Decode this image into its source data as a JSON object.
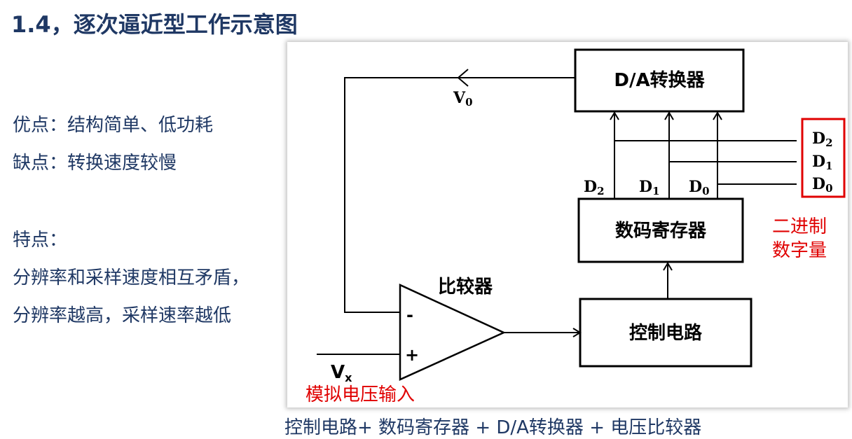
{
  "title": "1.4，逐次逼近型工作示意图",
  "left": {
    "pros": "优点：结构简单、低功耗",
    "cons": "缺点：转换速度较慢",
    "features_label": "特点：",
    "feature_line1": "分辨率和采样速度相互矛盾，",
    "feature_line2": "分辨率越高，采样速率越低"
  },
  "diagram": {
    "dac_label": "D/A转换器",
    "register_label": "数码寄存器",
    "control_label": "控制电路",
    "comparator_label": "比较器",
    "minus_sign": "-",
    "plus_sign": "+",
    "v0_main": "V",
    "v0_sub": "0",
    "vx_main": "V",
    "vx_sub": "x",
    "bits": [
      {
        "main": "D",
        "sub": "2"
      },
      {
        "main": "D",
        "sub": "1"
      },
      {
        "main": "D",
        "sub": "0"
      }
    ],
    "output_bits": [
      {
        "main": "D",
        "sub": "2"
      },
      {
        "main": "D",
        "sub": "1"
      },
      {
        "main": "D",
        "sub": "0"
      }
    ],
    "binary_line1": "二进制",
    "binary_line2": "数字量",
    "analog_input": "模拟电压输入"
  },
  "caption": "控制电路+ 数码寄存器 + D/A转换器 + 电压比较器",
  "colors": {
    "title": "#1f3864",
    "highlight": "#e00000",
    "line": "#000000"
  }
}
